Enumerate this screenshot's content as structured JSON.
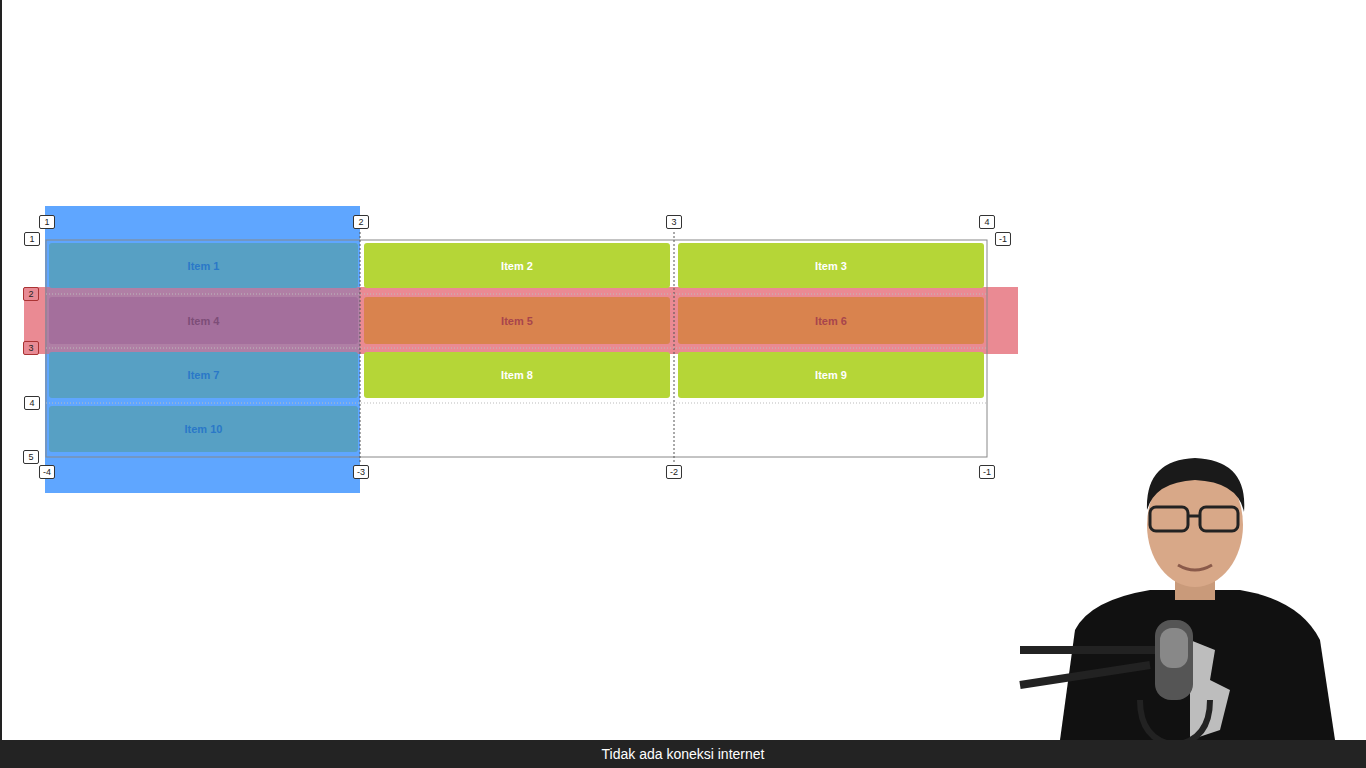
{
  "diagram": {
    "nodes": [
      {
        "text": [
          "Item 1"
        ]
      },
      {
        "text": [
          "Item 2"
        ]
      },
      {
        "text": [
          "Item 3"
        ]
      },
      {
        "text": [
          "Item 4"
        ]
      },
      {
        "text": [
          "Item 5"
        ]
      },
      {
        "text": [
          "Item 6"
        ]
      },
      {
        "text": [
          "Item 7"
        ]
      },
      {
        "text": [
          "Item 8"
        ]
      },
      {
        "text": [
          "Item 9"
        ]
      },
      {
        "text": [
          "Item 10"
        ]
      }
    ],
    "labels": [
      "1",
      "2",
      "3",
      "4",
      "-1",
      "1",
      "2",
      "3",
      "4",
      "5",
      "-4",
      "-3",
      "-2",
      "-1",
      "Tidak ada koneksi internet"
    ]
  }
}
